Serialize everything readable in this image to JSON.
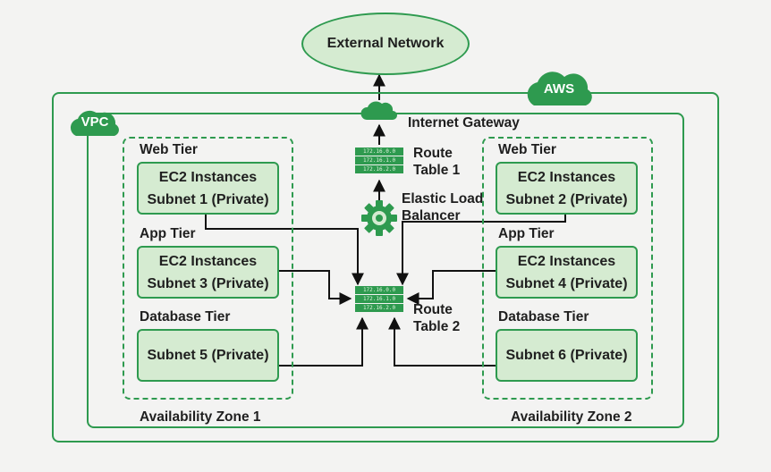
{
  "colors": {
    "accent": "#2e9a4f",
    "fill": "#d5ebd1",
    "text": "#1f1f1f",
    "background": "#f3f3f2"
  },
  "external_network": "External Network",
  "aws_label": "AWS",
  "vpc_label": "VPC",
  "internet_gateway": "Internet Gateway",
  "route_table_1": {
    "line1": "Route",
    "line2": "Table 1",
    "rows": [
      "172.16.0.0",
      "172.16.1.0",
      "172.16.2.0"
    ]
  },
  "route_table_2": {
    "line1": "Route",
    "line2": "Table 2",
    "rows": [
      "172.16.0.0",
      "172.16.1.0",
      "172.16.2.0"
    ]
  },
  "elb": {
    "line1": "Elastic Load",
    "line2": "Balancer",
    "icon": "gear-icon"
  },
  "az1": {
    "label": "Availability Zone 1",
    "web_tier": "Web Tier",
    "app_tier": "App Tier",
    "db_tier": "Database Tier",
    "web_subnet": {
      "line1": "EC2 Instances",
      "line2": "Subnet 1 (Private)"
    },
    "app_subnet": {
      "line1": "EC2 Instances",
      "line2": "Subnet 3 (Private)"
    },
    "db_subnet": {
      "line1": "Subnet 5 (Private)"
    }
  },
  "az2": {
    "label": "Availability Zone 2",
    "web_tier": "Web Tier",
    "app_tier": "App Tier",
    "db_tier": "Database Tier",
    "web_subnet": {
      "line1": "EC2 Instances",
      "line2": "Subnet 2 (Private)"
    },
    "app_subnet": {
      "line1": "EC2 Instances",
      "line2": "Subnet 4 (Private)"
    },
    "db_subnet": {
      "line1": "Subnet 6 (Private)"
    }
  }
}
